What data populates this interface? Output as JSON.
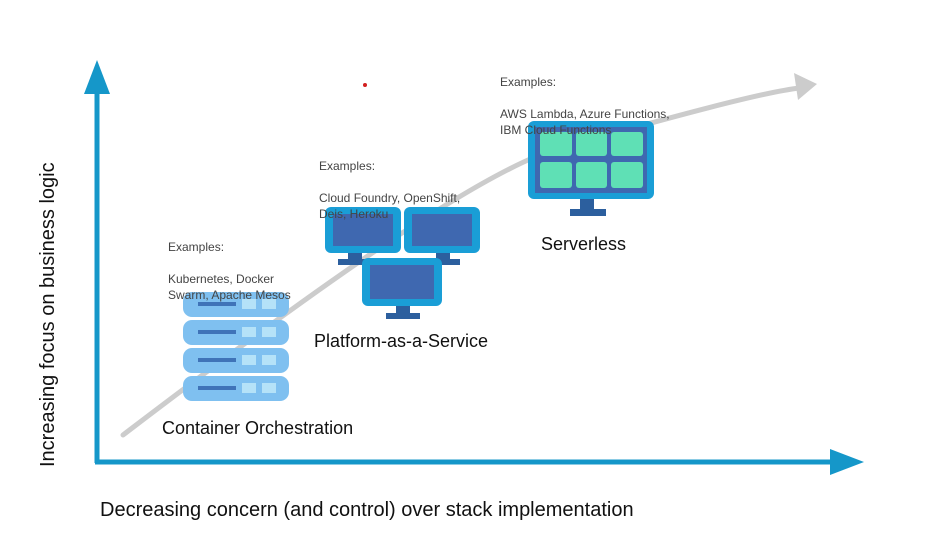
{
  "axes": {
    "x_label": "Decreasing concern (and control) over stack implementation",
    "y_label": "Increasing focus on business logic"
  },
  "tiers": [
    {
      "id": "container-orchestration",
      "label": "Container Orchestration",
      "examples_heading": "Examples:",
      "examples": "Kubernetes, Docker\nSwarm, Apache Mesos",
      "icon": "server-rack-icon"
    },
    {
      "id": "paas",
      "label": "Platform-as-a-Service",
      "examples_heading": "Examples:",
      "examples": "Cloud Foundry, OpenShift,\nDeis, Heroku",
      "icon": "monitors-icon"
    },
    {
      "id": "serverless",
      "label": "Serverless",
      "examples_heading": "Examples:",
      "examples": "AWS Lambda, Azure Functions,\nIBM Cloud Functions",
      "icon": "function-grid-monitor-icon"
    }
  ],
  "colors": {
    "axis": "#1597c9",
    "trend": "#cccccc",
    "server": "#7fc0f0",
    "server_bar": "#3f73b8",
    "server_light": "#b5e2f8",
    "monitor_frame": "#1a9ed6",
    "monitor_screen": "#3f68b0",
    "monitor_stand": "#2c5f9e",
    "grid_tile": "#5fe0b5"
  }
}
